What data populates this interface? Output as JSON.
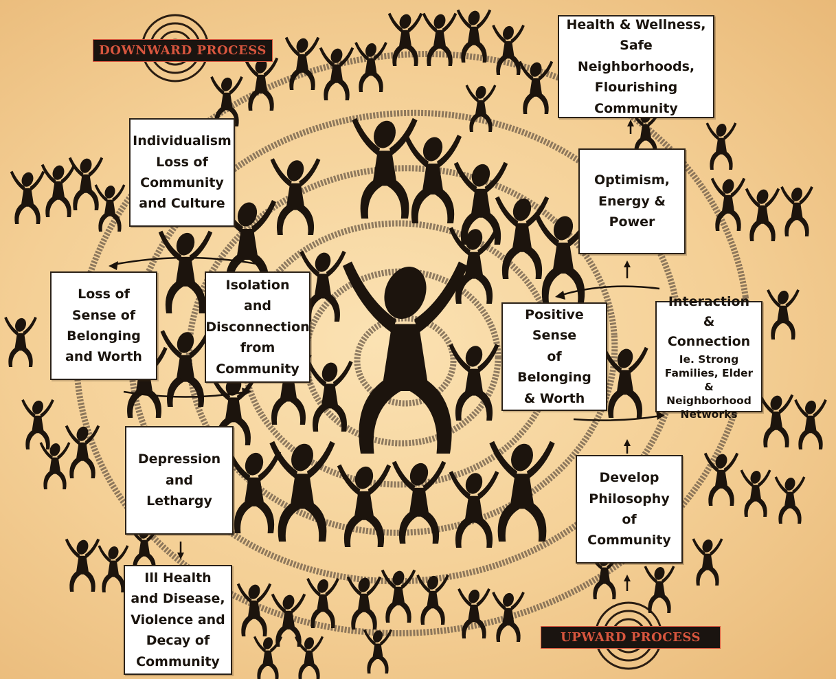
{
  "diagram": {
    "banners": {
      "downward": "DOWNWARD PROCESS",
      "upward": "UPWARD PROCESS"
    },
    "downward_boxes": [
      {
        "lines": [
          "Individualism",
          "Loss of",
          "Community",
          "and Culture"
        ]
      },
      {
        "lines": [
          "Loss of",
          "Sense of",
          "Belonging",
          "and Worth"
        ]
      },
      {
        "lines": [
          "Isolation",
          "and",
          "Disconnection",
          "from",
          "Community"
        ]
      },
      {
        "lines": [
          "Depression",
          "and",
          "Lethargy"
        ]
      },
      {
        "lines": [
          "Ill Health",
          "and Disease,",
          "Violence and",
          "Decay of",
          "Community"
        ]
      }
    ],
    "upward_boxes": [
      {
        "lines": [
          "Health & Wellness,",
          "Safe Neighborhoods,",
          "Flourishing",
          "Community"
        ]
      },
      {
        "lines": [
          "Optimism,",
          "Energy &",
          "Power"
        ]
      },
      {
        "lines": [
          "Positive Sense",
          "of Belonging",
          "& Worth"
        ]
      },
      {
        "lines": [
          "Interaction &",
          "Connection"
        ],
        "sub_lines": [
          "Ie. Strong",
          "Families, Elder &",
          "Neighborhood",
          "Networks"
        ]
      },
      {
        "lines": [
          "Develop",
          "Philosophy of",
          "Community"
        ]
      }
    ],
    "colors": {
      "figure": "#1c140d",
      "spiral": "#6b5a48",
      "banner_bg": "#1a1410",
      "banner_text": "#d8563e"
    }
  }
}
